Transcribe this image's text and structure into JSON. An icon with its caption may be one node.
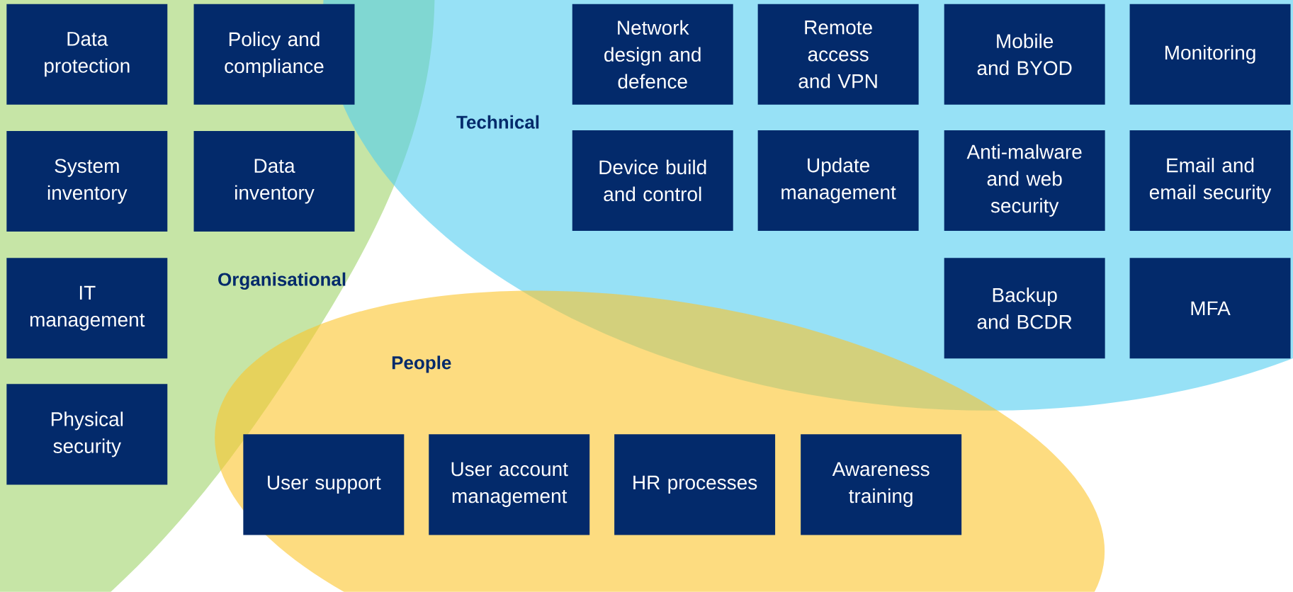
{
  "diagram": {
    "nodes": [
      {
        "text": [
          "Data protection"
        ]
      },
      {
        "text": [
          "Policy and compliance"
        ]
      },
      {
        "text": [
          "Network design and defence"
        ]
      },
      {
        "text": [
          "Remote access and VPN"
        ]
      },
      {
        "text": [
          "Mobile and BYOD"
        ]
      },
      {
        "text": [
          "Monitoring"
        ]
      },
      {
        "text": [
          "System inventory"
        ]
      },
      {
        "text": [
          "Data inventory"
        ]
      },
      {
        "text": [
          "Device build and control"
        ]
      },
      {
        "text": [
          "Update management"
        ]
      },
      {
        "text": [
          "Anti-malware and web security"
        ]
      },
      {
        "text": [
          "Email and email security"
        ]
      },
      {
        "text": [
          "IT management"
        ]
      },
      {
        "text": [
          "Backup and BCDR"
        ]
      },
      {
        "text": [
          "MFA"
        ]
      },
      {
        "text": [
          "Physical security"
        ]
      },
      {
        "text": [
          "User support"
        ]
      },
      {
        "text": [
          "User account management"
        ]
      },
      {
        "text": [
          "HR processes"
        ]
      },
      {
        "text": [
          "Awareness training"
        ]
      }
    ],
    "edges": [],
    "labels": [
      "Technical",
      "Organisational",
      "People"
    ]
  }
}
